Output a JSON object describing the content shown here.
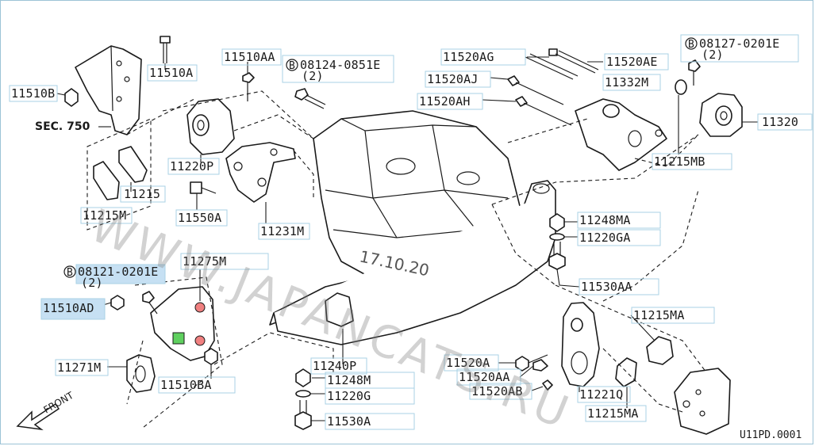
{
  "diagram": {
    "watermark": "WWW.JAPANCATS.RU",
    "date_stamp": "17.10.20",
    "diagram_code": "U11PD.0001",
    "front_label": "FRONT",
    "sec_label": "SEC. 750",
    "labels": {
      "l_11510B": "11510B",
      "l_11510A": "11510A",
      "l_11510AA": "11510AA",
      "l_08124_0851E": "08124-0851E",
      "l_qty_2_a": "(2)",
      "l_11520AG": "11520AG",
      "l_11520AE": "11520AE",
      "l_08127_0201E": "08127-0201E",
      "l_qty_2_b": "(2)",
      "l_11520AJ": "11520AJ",
      "l_11332M": "11332M",
      "l_11520AH": "11520AH",
      "l_11320": "11320",
      "l_11215MB": "11215MB",
      "l_11220P": "11220P",
      "l_11215": "11215",
      "l_11215M": "11215M",
      "l_11550A": "11550A",
      "l_11231M": "11231M",
      "l_11248MA": "11248MA",
      "l_11220GA": "11220GA",
      "l_11275M": "11275M",
      "l_08121_0201E": "08121-0201E",
      "l_qty_2_c": "(2)",
      "l_11530AA": "11530AA",
      "l_11510AD": "11510AD",
      "l_11215MA_top": "11215MA",
      "l_11520A": "11520A",
      "l_11240P": "11240P",
      "l_11271M": "11271M",
      "l_11520AA": "11520AA",
      "l_11248M": "11248M",
      "l_11510BA": "11510BA",
      "l_11520AB": "11520AB",
      "l_11221Q": "11221Q",
      "l_11220G": "11220G",
      "l_11215MA_bottom": "11215MA",
      "l_11530A": "11530A",
      "circle_b": "B"
    }
  }
}
